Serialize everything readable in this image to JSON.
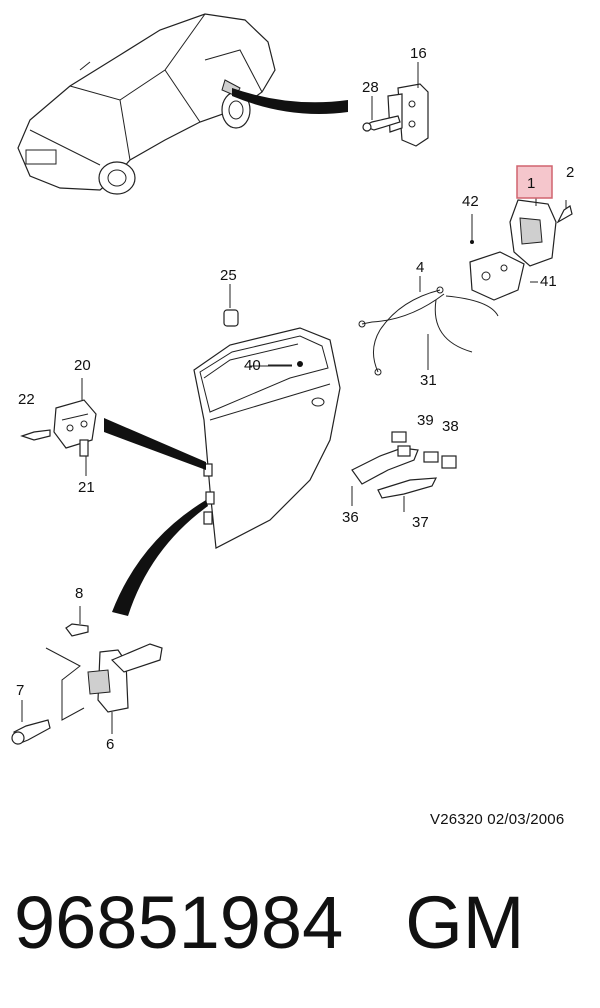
{
  "callouts": {
    "c1": "1",
    "c2": "2",
    "c4": "4",
    "c6": "6",
    "c7": "7",
    "c8": "8",
    "c16": "16",
    "c20": "20",
    "c21": "21",
    "c22": "22",
    "c25": "25",
    "c28": "28",
    "c31": "31",
    "c36": "36",
    "c37": "37",
    "c38": "38",
    "c39": "39",
    "c40": "40",
    "c41": "41",
    "c42": "42"
  },
  "highlight_color": "#f5c6cc",
  "highlight_border": "#d0646e",
  "reference": "V26320  02/03/2006",
  "part_number": "96851984",
  "brand": "GM"
}
